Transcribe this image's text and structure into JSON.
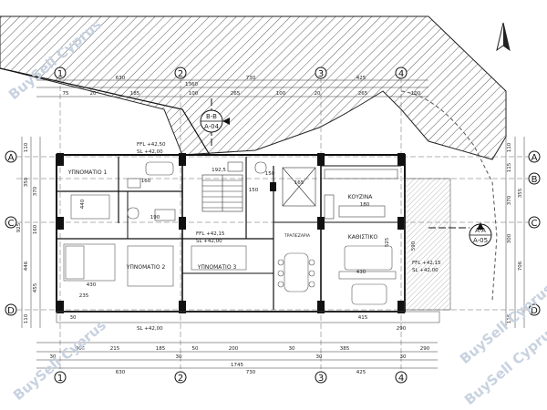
{
  "watermark": "BuySell Cyprus",
  "grid": {
    "cols": [
      "1",
      "2",
      "3",
      "4"
    ],
    "rows": [
      "A",
      "B",
      "C",
      "D"
    ]
  },
  "section_marks": {
    "bb": {
      "top": "B-B",
      "bottom": "A-04"
    },
    "aa": {
      "top": "A-A",
      "bottom": "A-05"
    }
  },
  "dims": {
    "top_total": "1360",
    "top_row1": [
      "630",
      "730",
      "425"
    ],
    "top_row2": [
      "75",
      "20",
      "185",
      "100",
      "265",
      "100",
      "20",
      "265",
      "100"
    ],
    "bottom_row1": [
      "305",
      "215",
      "185",
      "50",
      "200",
      "30",
      "385",
      "290"
    ],
    "bottom_row2": [
      "30",
      "30",
      "30",
      "30"
    ],
    "bottom_total": "1745",
    "bottom_row3": [
      "630",
      "730",
      "425"
    ],
    "left": [
      "110",
      "350",
      "370",
      "925",
      "160",
      "446",
      "455",
      "110"
    ],
    "right": [
      "110",
      "115",
      "355",
      "370",
      "300",
      "706",
      "116"
    ],
    "inner": [
      "440",
      "160",
      "190",
      "150",
      "165",
      "180",
      "192,5",
      "150",
      "430",
      "430",
      "415",
      "290",
      "30",
      "590",
      "525",
      "235"
    ]
  },
  "rooms": {
    "bedroom1": "ΥΠΝΟΜΑΤΙΟ 1",
    "bedroom2": "ΥΠΝΟΜΑΤΙΟ 2",
    "bedroom3": "ΥΠΝΟΜΑΤΙΟ 3",
    "kitchen": "ΚΟΥΖΙΝΑ",
    "living": "ΚΑΘΙΣΤΙΚΟ",
    "dining": "ΤΡΑΠΕΖΑΡΙΑ"
  },
  "levels": {
    "ffl_top": "FFL +42,50",
    "sl_top": "SL +42,00",
    "ffl_mid": "FFL +42,15",
    "sl_mid": "SL +42,00",
    "ffl_right": "FFL +42,15",
    "sl_right": "SL +42,00",
    "sl_bottom": "SL +42,00"
  }
}
